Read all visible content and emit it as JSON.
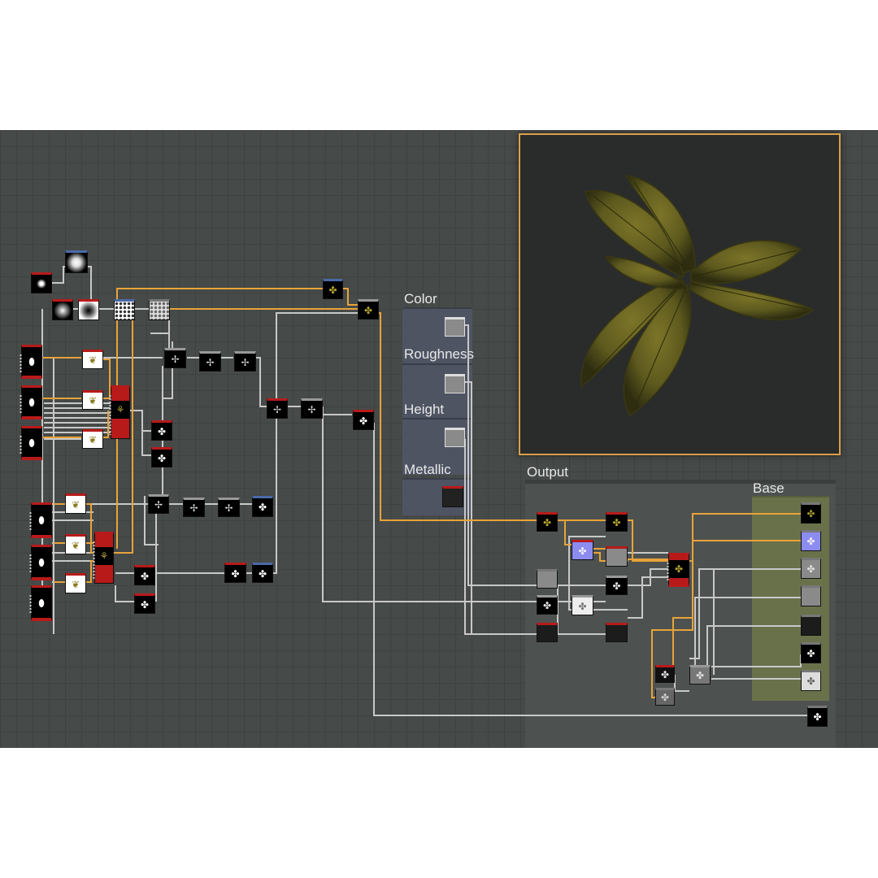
{
  "frames": {
    "color": "Color",
    "roughness": "Roughness",
    "height": "Height",
    "metallic": "Metallic",
    "output": "Output",
    "base": "Base"
  },
  "colors": {
    "canvas": "#464a48",
    "wire_orange": "#e8a33a",
    "wire_grey": "#c8c8c8",
    "node_red": "#b81a1a",
    "node_blue": "#4a6aa8",
    "preview_border": "#d9a04a",
    "base_frame": "#6b7544"
  },
  "preview": {
    "subject": "leaf cluster material render",
    "leaf_color": "#5e5a1e"
  }
}
